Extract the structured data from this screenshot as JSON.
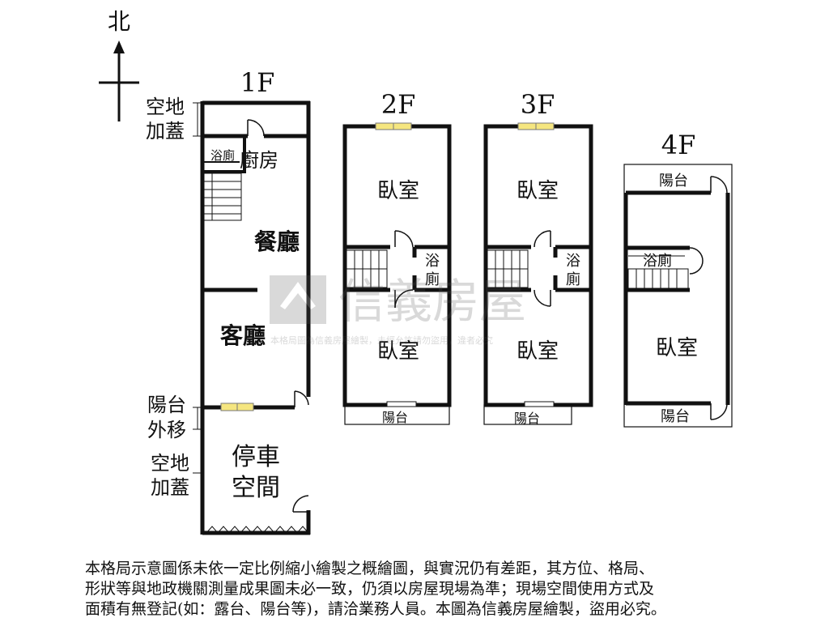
{
  "compass": {
    "north": "北"
  },
  "floors": {
    "f1": {
      "title": "1F",
      "rooms": {
        "kitchen": "廚房",
        "bath": "浴廁",
        "dining": "餐廳",
        "living": "客廳",
        "parking_1": "停車",
        "parking_2": "空間"
      },
      "annotations": {
        "top_1": "空地",
        "top_2": "加蓋",
        "balcony_1": "陽台",
        "balcony_2": "外移",
        "bottom_1": "空地",
        "bottom_2": "加蓋"
      }
    },
    "f2": {
      "title": "2F",
      "rooms": {
        "bedroom_top": "臥室",
        "bath_1": "浴",
        "bath_2": "廁",
        "bedroom_bottom": "臥室",
        "balcony": "陽台"
      }
    },
    "f3": {
      "title": "3F",
      "rooms": {
        "bedroom_top": "臥室",
        "bath_1": "浴",
        "bath_2": "廁",
        "bedroom_bottom": "臥室",
        "balcony": "陽台"
      }
    },
    "f4": {
      "title": "4F",
      "rooms": {
        "balcony_top": "陽台",
        "bath": "浴廁",
        "bedroom": "臥室",
        "balcony_bottom": "陽台"
      }
    }
  },
  "watermark": {
    "brand": "信義房屋",
    "notice": "本格局圖為信義房屋繪製，未經允許請勿盜用，違者必究"
  },
  "disclaimer": {
    "line1": "本格局示意圖係未依一定比例縮小繪製之概繪圖，與實況仍有差距，其方位、格局、",
    "line2": "形狀等與地政機關測量成果圖未必一致，仍須以房屋現場為準；現場空間使用方式及",
    "line3": "面積有無登記(如：露台、陽台等)，請洽業務人員。本圖為信義房屋繪製，盜用必究。"
  }
}
